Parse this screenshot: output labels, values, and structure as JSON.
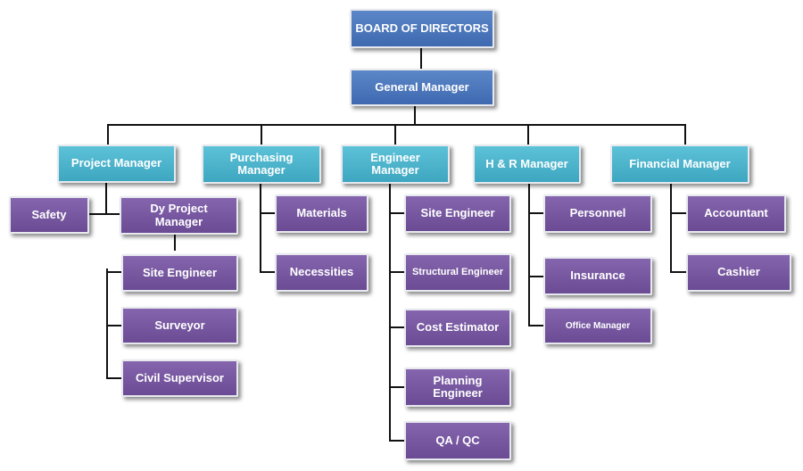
{
  "top": {
    "board": "BOARD OF DIRECTORS",
    "general_manager": "General Manager"
  },
  "managers": {
    "project": "Project Manager",
    "purchasing": "Purchasing Manager",
    "engineer": "Engineer Manager",
    "hr": "H & R Manager",
    "financial": "Financial Manager"
  },
  "project": {
    "safety": "Safety",
    "dy_project_manager": "Dy Project Manager",
    "site_engineer": "Site Engineer",
    "surveyor": "Surveyor",
    "civil_supervisor": "Civil Supervisor"
  },
  "purchasing": {
    "materials": "Materials",
    "necessities": "Necessities"
  },
  "engineer": {
    "site_engineer": "Site Engineer",
    "structural_engineer": "Structural Engineer",
    "cost_estimator": "Cost Estimator",
    "planning_engineer": "Planning Engineer",
    "qa_qc": "QA / QC"
  },
  "hr": {
    "personnel": "Personnel",
    "insurance": "Insurance",
    "office_manager": "Office Manager"
  },
  "financial": {
    "accountant": "Accountant",
    "cashier": "Cashier"
  },
  "colors": {
    "top_level": "#4a76bd",
    "manager_level": "#4cb4cc",
    "staff_level": "#7555a0",
    "connector": "#111111"
  }
}
